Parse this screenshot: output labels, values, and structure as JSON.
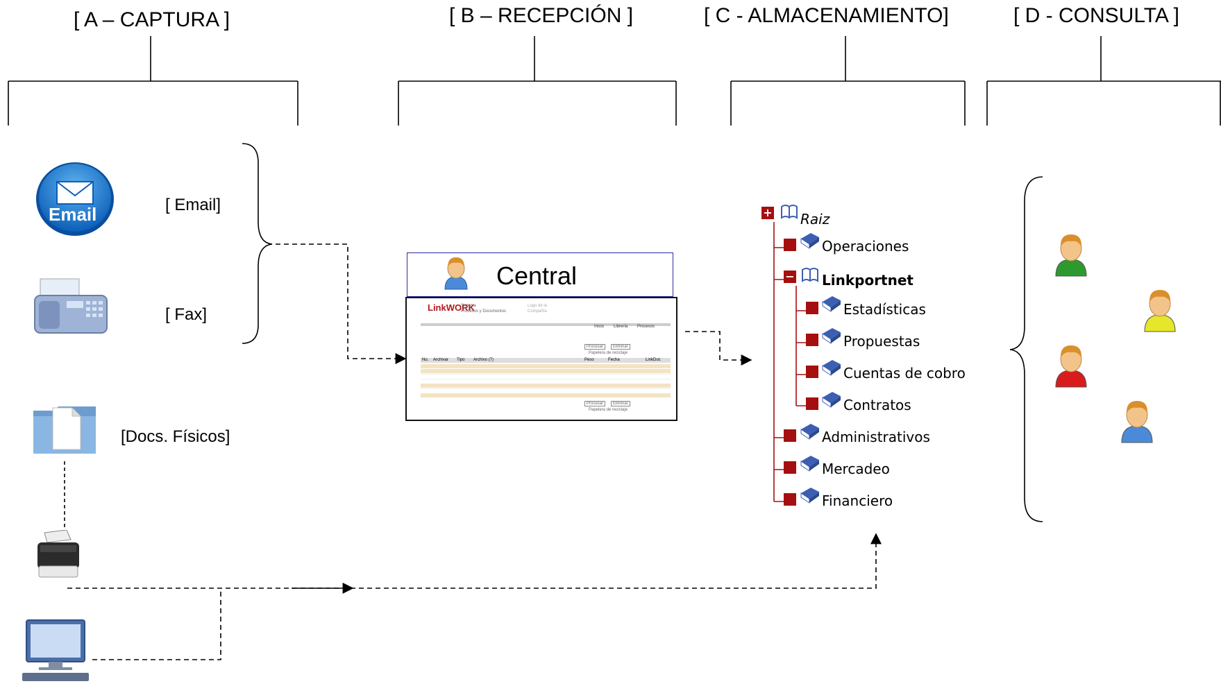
{
  "stages": [
    {
      "id": "a",
      "label": "[ A – CAPTURA ]"
    },
    {
      "id": "b",
      "label": "[ B – RECEPCIÓN ]"
    },
    {
      "id": "c",
      "label": "[ C - ALMACENAMIENTO]"
    },
    {
      "id": "d",
      "label": "[ D - CONSULTA ]"
    }
  ],
  "capture": {
    "email_badge": "Email",
    "email_label": "[ Email]",
    "fax_label": "[ Fax]",
    "docs_label": "[Docs. Físicos]",
    "icons": [
      "email-icon",
      "fax-machine-icon",
      "folder-document-icon",
      "scanner-icon",
      "computer-monitor-icon"
    ]
  },
  "reception": {
    "title": "Central",
    "app_logo": "LinkWORK",
    "app_subtitle_1": "Sistema",
    "app_subtitle_2": "Procesos y Documentos",
    "company_logo_1": "Logo de la",
    "company_logo_2": "Compañía",
    "nav": [
      "Inicio",
      "Librería",
      "Procesos"
    ],
    "buttons": [
      "Procesar",
      "Eliminar"
    ],
    "link": "Papelera de reciclaje",
    "columns": [
      "No.",
      "Archivar",
      "Tipo",
      "Archivo (7)",
      "Peso",
      "Fecha",
      "LinkDoc"
    ]
  },
  "storage": {
    "tree": [
      {
        "label": "Raiz",
        "level": 0,
        "toggle": "+",
        "italic": true
      },
      {
        "label": "Operaciones",
        "level": 1
      },
      {
        "label": "Linkportnet",
        "level": 1,
        "toggle": "−",
        "bold": true
      },
      {
        "label": "Estadísticas",
        "level": 2
      },
      {
        "label": "Propuestas",
        "level": 2
      },
      {
        "label": "Cuentas de cobro",
        "level": 2
      },
      {
        "label": "Contratos",
        "level": 2
      },
      {
        "label": "Administrativos",
        "level": 1
      },
      {
        "label": "Mercadeo",
        "level": 1
      },
      {
        "label": "Financiero",
        "level": 1
      }
    ],
    "colors": {
      "node": "#a50f0f",
      "book": "#3d5fb3",
      "line": "#a50f0f"
    }
  },
  "consult": {
    "users": [
      {
        "color": "#2e9a2e"
      },
      {
        "color": "#e6e62a"
      },
      {
        "color": "#d81c1c"
      },
      {
        "color": "#4a8ad8"
      }
    ]
  }
}
